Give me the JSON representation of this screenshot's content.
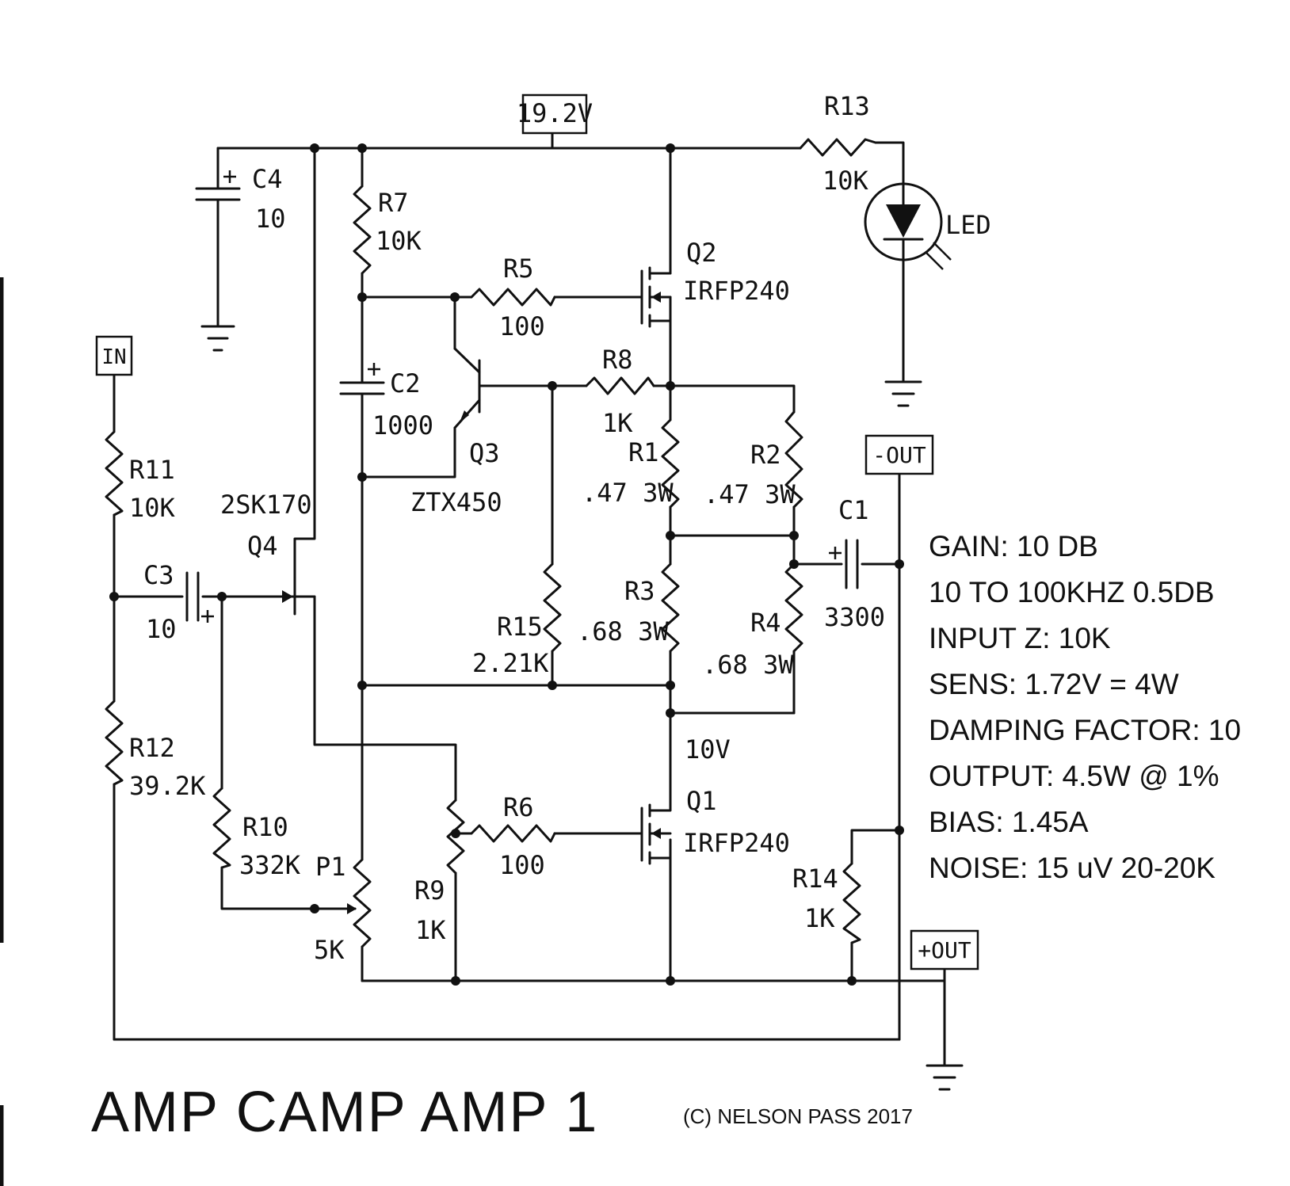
{
  "title": "AMP CAMP AMP 1",
  "copyright": "(C) NELSON PASS 2017",
  "ports": {
    "supply": "19.2V",
    "input": "IN",
    "neg_out": "-OUT",
    "pos_out": "+OUT"
  },
  "components": {
    "C4": {
      "ref": "C4",
      "value": "10"
    },
    "R7": {
      "ref": "R7",
      "value": "10K"
    },
    "R5": {
      "ref": "R5",
      "value": "100"
    },
    "Q2": {
      "ref": "Q2",
      "part": "IRFP240"
    },
    "R13": {
      "ref": "R13",
      "value": "10K"
    },
    "LED": {
      "ref": "LED"
    },
    "C2": {
      "ref": "C2",
      "value": "1000"
    },
    "R8": {
      "ref": "R8",
      "value": "1K"
    },
    "Q3": {
      "ref": "Q3",
      "part": "ZTX450"
    },
    "R1": {
      "ref": "R1",
      "value": ".47 3W"
    },
    "R2": {
      "ref": "R2",
      "value": ".47 3W"
    },
    "C1": {
      "ref": "C1",
      "value": "3300"
    },
    "R11": {
      "ref": "R11",
      "value": "10K"
    },
    "Q4": {
      "ref": "Q4",
      "part": "2SK170"
    },
    "C3": {
      "ref": "C3",
      "value": "10"
    },
    "R3": {
      "ref": "R3",
      "value": ".68 3W"
    },
    "R4": {
      "ref": "R4",
      "value": ".68 3W"
    },
    "R15": {
      "ref": "R15",
      "value": "2.21K"
    },
    "R12": {
      "ref": "R12",
      "value": "39.2K"
    },
    "node_10v": "10V",
    "Q1": {
      "ref": "Q1",
      "part": "IRFP240"
    },
    "R6": {
      "ref": "R6",
      "value": "100"
    },
    "R10": {
      "ref": "R10",
      "value": "332K"
    },
    "P1": {
      "ref": "P1",
      "value": "5K"
    },
    "R9": {
      "ref": "R9",
      "value": "1K"
    },
    "R14": {
      "ref": "R14",
      "value": "1K"
    }
  },
  "specs": [
    "GAIN: 10 DB",
    "10 TO 100KHZ 0.5DB",
    "INPUT Z: 10K",
    "SENS: 1.72V = 4W",
    "DAMPING FACTOR: 10",
    "OUTPUT: 4.5W @ 1%",
    "BIAS: 1.45A",
    "NOISE: 15 uV  20-20K"
  ]
}
